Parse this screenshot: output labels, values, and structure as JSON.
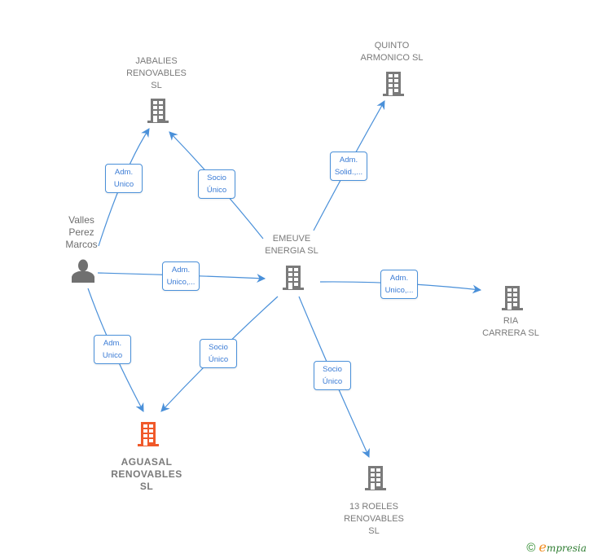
{
  "colors": {
    "edge": "#4a90d9",
    "node_default": "#7a7a7a",
    "node_highlight": "#f0592a"
  },
  "nodes": [
    {
      "id": "jabalies",
      "type": "company",
      "label": "JABALIES\nRENOVABLES\nSL"
    },
    {
      "id": "quinto",
      "type": "company",
      "label": "QUINTO\nARMONICO  SL"
    },
    {
      "id": "valles",
      "type": "person",
      "label": "Valles\nPerez\nMarcos"
    },
    {
      "id": "emeuve",
      "type": "company",
      "label": "EMEUVE\nENERGIA SL"
    },
    {
      "id": "ria",
      "type": "company",
      "label": "RIA\nCARRERA  SL"
    },
    {
      "id": "aguasal",
      "type": "company",
      "label": "AGUASAL\nRENOVABLES\nSL",
      "highlight": true
    },
    {
      "id": "roeles",
      "type": "company",
      "label": "13 ROELES\nRENOVABLES\nSL"
    }
  ],
  "edges": [
    {
      "from": "valles",
      "to": "jabalies",
      "label": "Adm.\nUnico"
    },
    {
      "from": "emeuve",
      "to": "jabalies",
      "label": "Socio\nÚnico"
    },
    {
      "from": "emeuve",
      "to": "quinto",
      "label": "Adm.\nSolid.,..."
    },
    {
      "from": "valles",
      "to": "emeuve",
      "label": "Adm.\nUnico,..."
    },
    {
      "from": "emeuve",
      "to": "ria",
      "label": "Adm.\nUnico,..."
    },
    {
      "from": "valles",
      "to": "aguasal",
      "label": "Adm.\nUnico"
    },
    {
      "from": "emeuve",
      "to": "aguasal",
      "label": "Socio\nÚnico"
    },
    {
      "from": "emeuve",
      "to": "roeles",
      "label": "Socio\nÚnico"
    }
  ],
  "footer": {
    "copyright_symbol": "©",
    "brand_initial": "e",
    "brand_rest": "mpresia"
  }
}
